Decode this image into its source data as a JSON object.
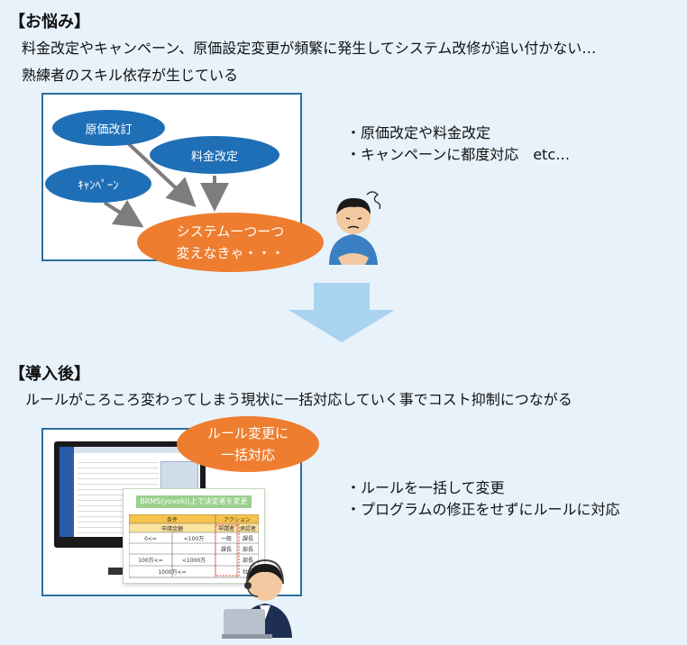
{
  "problem": {
    "heading": "【お悩み】",
    "lines": [
      "料金改定やキャンペーン、原価設定変更が頻繁に発生してシステム改修が追い付かない…",
      "熟練者のスキル依存が生じている"
    ],
    "diagram": {
      "bubble_1": "原価改訂",
      "bubble_2": "料金改定",
      "bubble_3": "ｷｬﾝﾍﾟｰﾝ",
      "result_line_1": "システムーつーつ",
      "result_line_2": "変えなきゃ・・・"
    },
    "bullets": [
      "・原価改定や料金改定",
      "・キャンペーンに都度対応　etc…"
    ]
  },
  "solution": {
    "heading": "【導入後】",
    "line": "ルールがころころ変わってしまう現状に一括対応していく事でコスト抑制につながる",
    "callout_line_1": "ルール変更に",
    "callout_line_2": "一括対応",
    "bullets": [
      "・ルールを一括して変更",
      "・プログラムの修正をせずにルールに対応"
    ],
    "sheet": {
      "title": "BRMS(yovoki)上で決定者を変更",
      "header_condition": "条件",
      "header_action": "アクション",
      "col_amount": "申請金額",
      "col_applicant": "申請者",
      "col_approver": "承認者",
      "rows": [
        {
          "from": "0<=",
          "to": "<100万",
          "applicant": "一般",
          "approver": "課長"
        },
        {
          "from": "",
          "to": "",
          "applicant": "課長",
          "approver": "部長"
        },
        {
          "from": "100万<=",
          "to": "<1000万",
          "applicant": "",
          "approver": "部長"
        },
        {
          "from": "1000万<=",
          "to": "",
          "applicant": "",
          "approver": "社長"
        }
      ]
    }
  },
  "colors": {
    "background": "#e8f2fb",
    "box_border": "#2b6f9e",
    "bubble_blue": "#1f6fb6",
    "bubble_orange": "#ee7d2f",
    "arrow_big": "#a9d3ef"
  }
}
